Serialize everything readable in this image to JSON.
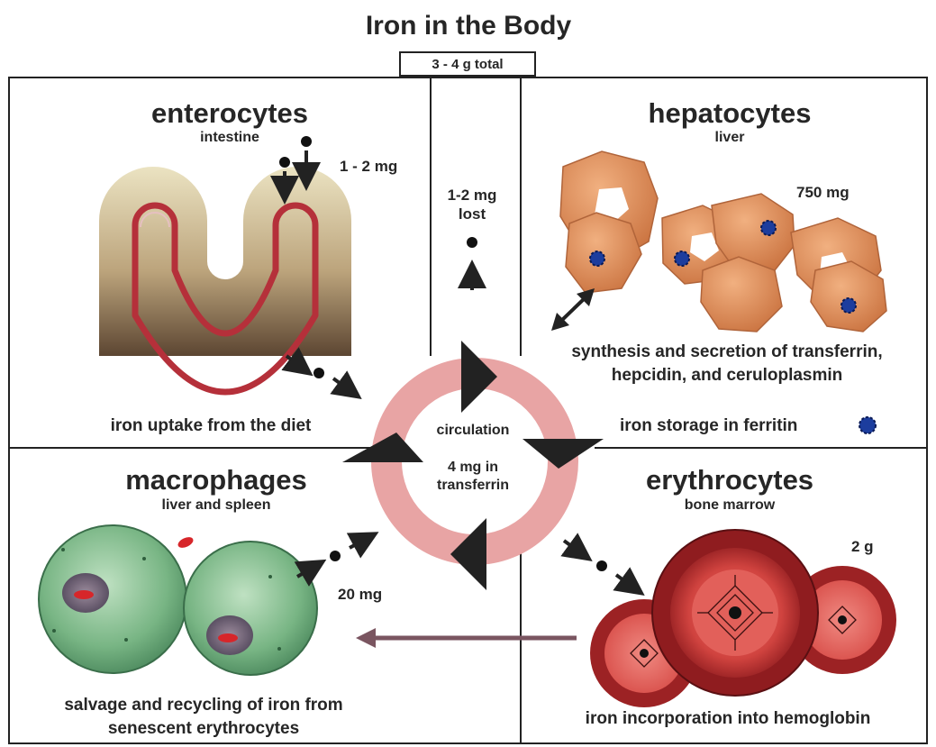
{
  "title": "Iron in the Body",
  "total": "3 - 4 g total",
  "circulation": {
    "label": "circulation",
    "amount_line1": "4 mg in",
    "amount_line2": "transferrin"
  },
  "loss": {
    "line1": "1-2 mg",
    "line2": "lost"
  },
  "enterocytes": {
    "heading": "enterocytes",
    "location": "intestine",
    "amount": "1 - 2 mg",
    "caption": "iron uptake from the diet"
  },
  "hepatocytes": {
    "heading": "hepatocytes",
    "location": "liver",
    "amount": "750 mg",
    "caption_line1": "synthesis and secretion of transferrin,",
    "caption_line2": "hepcidin, and ceruloplasmin",
    "storage_caption": "iron storage in ferritin"
  },
  "macrophages": {
    "heading": "macrophages",
    "location": "liver and spleen",
    "amount": "20 mg",
    "caption_line1": "salvage and recycling of iron from",
    "caption_line2": "senescent erythrocytes"
  },
  "erythrocytes": {
    "heading": "erythrocytes",
    "location": "bone marrow",
    "amount": "2 g",
    "caption": "iron incorporation into hemoglobin"
  },
  "icons": [
    "ferritin-icon",
    "iron-atom-icon",
    "villus-icon",
    "hepatocyte-icon",
    "macrophage-icon",
    "erythrocyte-icon",
    "heme-icon"
  ],
  "colors": {
    "circulation_ring": "#e8a4a4",
    "villus_outline": "#b5303a",
    "hepatocyte": "#d98a55",
    "macrophage": "#6fae7b",
    "erythrocyte": "#a52325",
    "ferritin": "#1c3d9e",
    "recycle_arrow": "#7a5560"
  }
}
